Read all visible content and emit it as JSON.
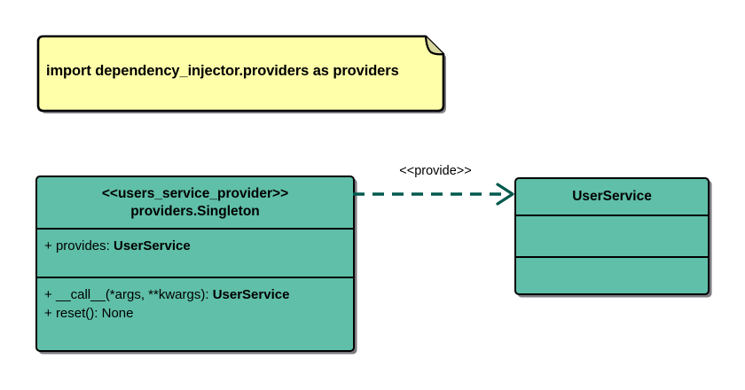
{
  "diagram": {
    "type": "uml-class-diagram",
    "background_color": "#ffffff",
    "note": {
      "text": "import dependency_injector.providers as providers",
      "fill_color": "#ffffaa",
      "border_color": "#000000"
    },
    "classes": [
      {
        "id": "users-service-provider",
        "stereotype": "<<users_service_provider>>",
        "name": "providers.Singleton",
        "fill_color": "#5fbfa8",
        "border_color": "#000000",
        "attributes": [
          {
            "visibility": "+",
            "text": "provides: ",
            "type": "UserService"
          }
        ],
        "operations": [
          {
            "visibility": "+",
            "text": "__call__(*args, **kwargs): ",
            "type": "UserService"
          },
          {
            "visibility": "+",
            "text": "reset(): None",
            "type": ""
          }
        ]
      },
      {
        "id": "user-service",
        "stereotype": "",
        "name": "UserService",
        "fill_color": "#5fbfa8",
        "border_color": "#000000",
        "attributes": [],
        "operations": []
      }
    ],
    "relationships": [
      {
        "id": "provide-dependency",
        "kind": "dependency",
        "label": "<<provide>>",
        "line_style": "dashed",
        "line_color": "#00594d",
        "arrowhead": "open",
        "from": "users-service-provider",
        "to": "user-service"
      }
    ]
  }
}
